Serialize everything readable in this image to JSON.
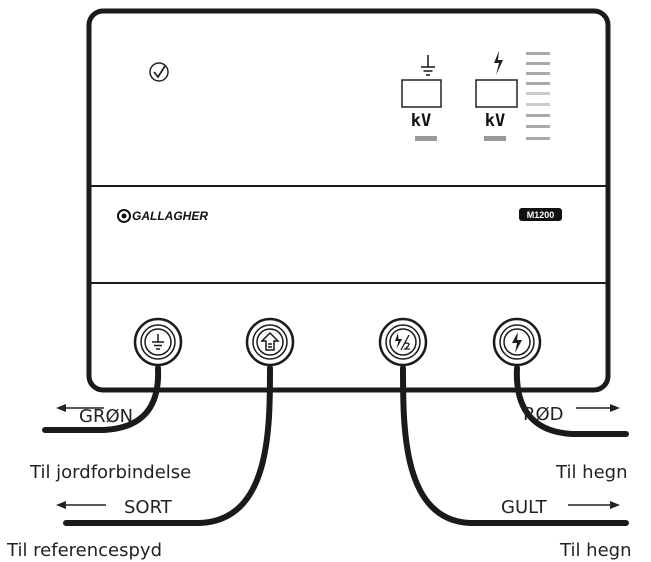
{
  "unit": {
    "brand": "GALLAGHER",
    "model": "M1200",
    "meters": [
      {
        "icon": "ground-icon",
        "unit": "kV"
      },
      {
        "icon": "lightning-icon",
        "unit": "kV"
      }
    ],
    "terminals": [
      {
        "icon": "ground-icon"
      },
      {
        "icon": "reference-icon"
      },
      {
        "icon": "half-power-icon"
      },
      {
        "icon": "lightning-icon"
      }
    ]
  },
  "wires": {
    "green": {
      "label": "GRØN",
      "caption": "Til jordforbindelse"
    },
    "black": {
      "label": "SORT",
      "caption": "Til referencespyd"
    },
    "yellow": {
      "label": "GULT",
      "caption": "Til hegn"
    },
    "red": {
      "label": "RØD",
      "caption": "Til hegn"
    }
  },
  "colors": {
    "outline": "#1a1a1a",
    "wire": "#1a1a1a",
    "indicator": "#999999"
  }
}
